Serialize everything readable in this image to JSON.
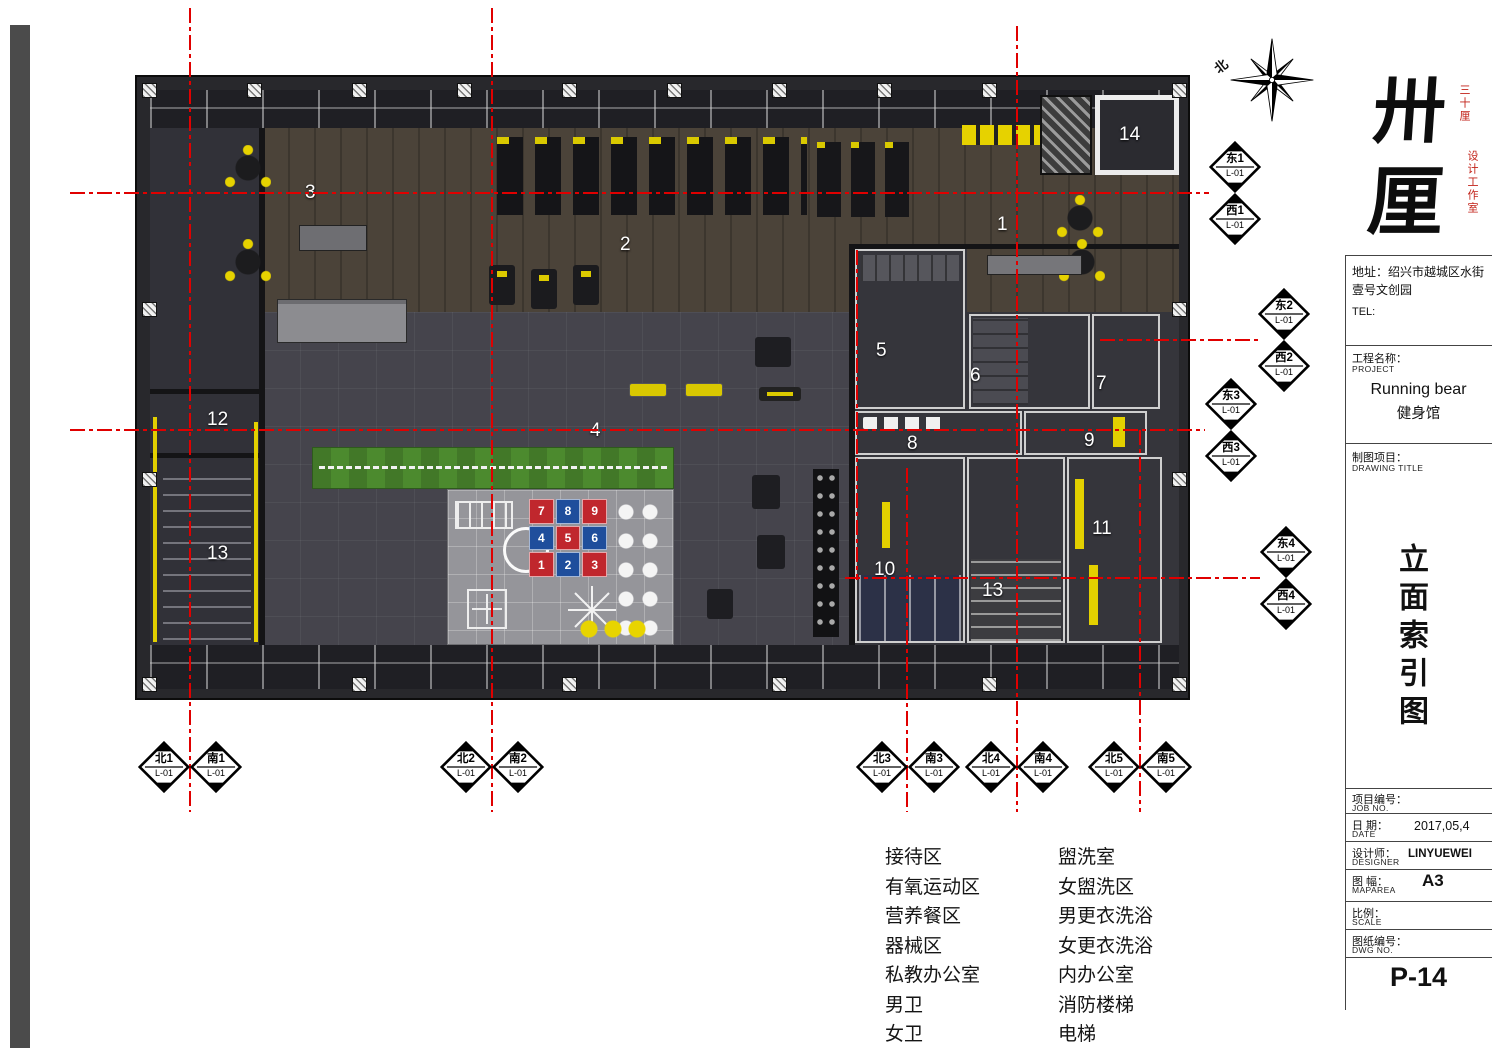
{
  "logo": {
    "char1": "卅",
    "char2": "厘",
    "red_text_1": "三十厘",
    "red_text_2": "设计工作室"
  },
  "compass": {
    "label": "北"
  },
  "title_block": {
    "address_line1": "地址：绍兴市越城区水街",
    "address_line2": "壹号文创园",
    "tel": "TEL:",
    "project_label_cn": "工程名称：",
    "project_label_en": "PROJECT",
    "project_name_line1": "Running bear",
    "project_name_line2": "健身馆",
    "drawing_label_cn": "制图项目：",
    "drawing_label_en": "DRAWING TITLE",
    "drawing_title_vertical": "立面索引图",
    "job_no_cn": "项目编号：",
    "job_no_en": "JOB NO.",
    "date_cn": "日  期：",
    "date_en": "DATE",
    "date_value": "2017,05,4",
    "designer_cn": "设计师：",
    "designer_en": "DESIGNER",
    "designer_value": "LINYUEWEI",
    "size_cn": "图  幅：",
    "size_en": "MAPAREA",
    "size_value": "A3",
    "scale_cn": "比例：",
    "scale_en": "SCALE",
    "dwg_cn": "图纸编号：",
    "dwg_en": "DWG NO.",
    "dwg_value": "P-14"
  },
  "legend": {
    "column1": [
      "接待区",
      "有氧运动区",
      "营养餐区",
      "器械区",
      "私教办公室",
      "男卫",
      "女卫"
    ],
    "column2": [
      "盥洗室",
      "女盥洗区",
      "男更衣洗浴",
      "女更衣洗浴",
      "内办公室",
      "消防楼梯",
      "电梯"
    ]
  },
  "plan": {
    "numbers": [
      "1",
      "2",
      "3",
      "4",
      "5",
      "6",
      "7",
      "8",
      "9",
      "10",
      "11",
      "12",
      "13",
      "13",
      "14"
    ],
    "mat_tiles": [
      {
        "n": "7",
        "c": "#c0272d"
      },
      {
        "n": "8",
        "c": "#1f4e9c"
      },
      {
        "n": "9",
        "c": "#c0272d"
      },
      {
        "n": "4",
        "c": "#1f4e9c"
      },
      {
        "n": "5",
        "c": "#c0272d"
      },
      {
        "n": "6",
        "c": "#1f4e9c"
      },
      {
        "n": "1",
        "c": "#c0272d"
      },
      {
        "n": "2",
        "c": "#1f4e9c"
      },
      {
        "n": "3",
        "c": "#c0272d"
      }
    ]
  },
  "markers": {
    "right": [
      {
        "top": "东1",
        "top_code": "L-01",
        "bottom": "西1",
        "bottom_code": "L-01"
      },
      {
        "top": "东2",
        "top_code": "L-01",
        "bottom": "西2",
        "bottom_code": "L-01"
      },
      {
        "top": "东3",
        "top_code": "L-01",
        "bottom": "西3",
        "bottom_code": "L-01"
      },
      {
        "top": "东4",
        "top_code": "L-01",
        "bottom": "西4",
        "bottom_code": "L-01"
      }
    ],
    "bottom": [
      {
        "left": "北1",
        "left_code": "L-01",
        "right": "南1",
        "right_code": "L-01"
      },
      {
        "left": "北2",
        "left_code": "L-01",
        "right": "南2",
        "right_code": "L-01"
      },
      {
        "left": "北3",
        "left_code": "L-01",
        "right": "南3",
        "right_code": "L-01"
      },
      {
        "left": "北4",
        "left_code": "L-01",
        "right": "南4",
        "right_code": "L-01"
      },
      {
        "left": "北5",
        "left_code": "L-01",
        "right": "南5",
        "right_code": "L-01"
      }
    ]
  },
  "colors": {
    "section_line_red": "#e00000",
    "accent_yellow": "#e3d000",
    "turf_green": "#4c8a2e",
    "tile_red": "#c0272d",
    "tile_blue": "#1f4e9c"
  }
}
